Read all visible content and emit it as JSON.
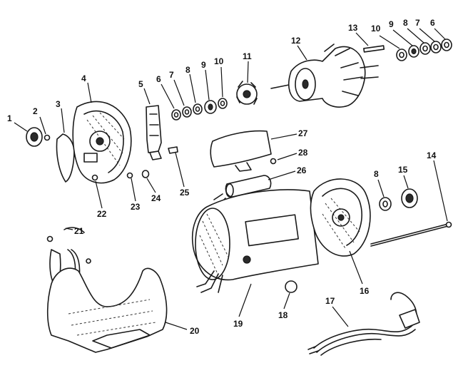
{
  "callouts": [
    {
      "id": "1",
      "label": "1"
    },
    {
      "id": "2",
      "label": "2"
    },
    {
      "id": "3",
      "label": "3"
    },
    {
      "id": "4",
      "label": "4"
    },
    {
      "id": "5",
      "label": "5"
    },
    {
      "id": "6a",
      "label": "6"
    },
    {
      "id": "7a",
      "label": "7"
    },
    {
      "id": "8a",
      "label": "8"
    },
    {
      "id": "9a",
      "label": "9"
    },
    {
      "id": "10a",
      "label": "10"
    },
    {
      "id": "11",
      "label": "11"
    },
    {
      "id": "12",
      "label": "12"
    },
    {
      "id": "13",
      "label": "13"
    },
    {
      "id": "10b",
      "label": "10"
    },
    {
      "id": "9b",
      "label": "9"
    },
    {
      "id": "8b",
      "label": "8"
    },
    {
      "id": "7b",
      "label": "7"
    },
    {
      "id": "6b",
      "label": "6"
    },
    {
      "id": "27",
      "label": "27"
    },
    {
      "id": "28",
      "label": "28"
    },
    {
      "id": "26",
      "label": "26"
    },
    {
      "id": "8c",
      "label": "8"
    },
    {
      "id": "15",
      "label": "15"
    },
    {
      "id": "14",
      "label": "14"
    },
    {
      "id": "22",
      "label": "22"
    },
    {
      "id": "23",
      "label": "23"
    },
    {
      "id": "24",
      "label": "24"
    },
    {
      "id": "25",
      "label": "25"
    },
    {
      "id": "21",
      "label": "21"
    },
    {
      "id": "16",
      "label": "16"
    },
    {
      "id": "18",
      "label": "18"
    },
    {
      "id": "19",
      "label": "19"
    },
    {
      "id": "17",
      "label": "17"
    },
    {
      "id": "20",
      "label": "20"
    }
  ]
}
